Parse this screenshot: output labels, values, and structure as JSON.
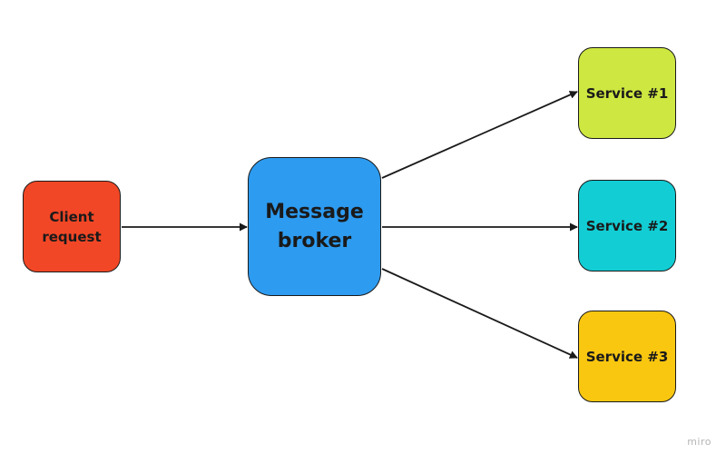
{
  "nodes": {
    "client": {
      "line1": "Client",
      "line2": "request",
      "color": "#f24726"
    },
    "broker": {
      "line1": "Message",
      "line2": "broker",
      "color": "#2d9bf0"
    },
    "service1": {
      "label": "Service #1",
      "color": "#cee741"
    },
    "service2": {
      "label": "Service #2",
      "color": "#12cdd4"
    },
    "service3": {
      "label": "Service #3",
      "color": "#fac710"
    }
  },
  "edges": [
    {
      "from": "client",
      "to": "broker"
    },
    {
      "from": "broker",
      "to": "service1"
    },
    {
      "from": "broker",
      "to": "service2"
    },
    {
      "from": "broker",
      "to": "service3"
    }
  ],
  "watermark": "miro",
  "colors": {
    "stroke": "#1a1a1a"
  }
}
